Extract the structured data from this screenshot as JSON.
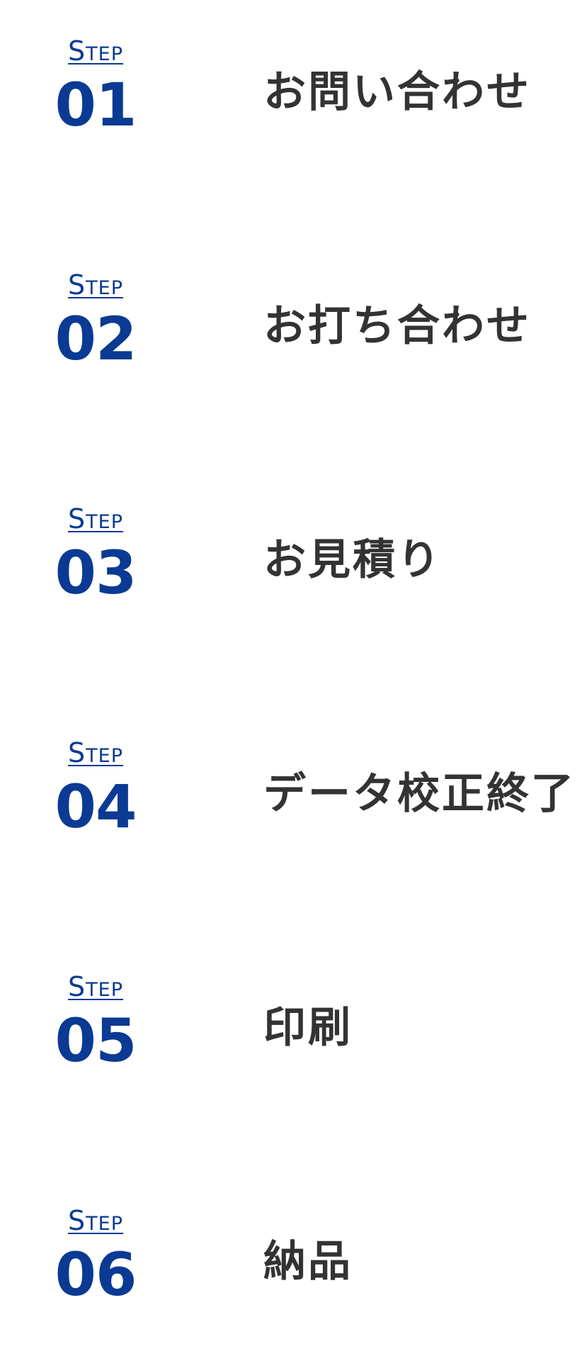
{
  "steps": [
    {
      "label": "Step",
      "number": "01",
      "title": "お問い合わせ"
    },
    {
      "label": "Step",
      "number": "02",
      "title": "お打ち合わせ"
    },
    {
      "label": "Step",
      "number": "03",
      "title": "お見積り"
    },
    {
      "label": "Step",
      "number": "04",
      "title": "データ校正終了"
    },
    {
      "label": "Step",
      "number": "05",
      "title": "印刷"
    },
    {
      "label": "Step",
      "number": "06",
      "title": "納品"
    }
  ],
  "colors": {
    "accent": "#0a3a93",
    "text": "#333333",
    "background": "#ffffff"
  }
}
